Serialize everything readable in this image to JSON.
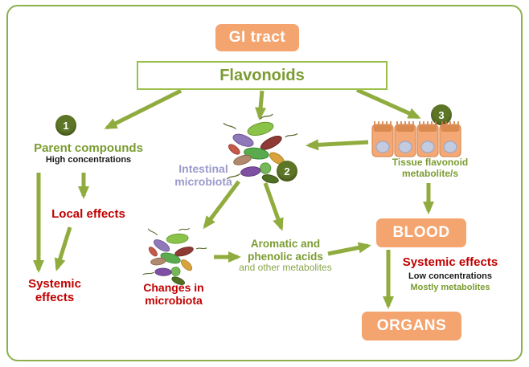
{
  "diagram": {
    "gi_tract": "GI tract",
    "flavonoids": "Flavonoids",
    "badges": {
      "one": "1",
      "two": "2",
      "three": "3"
    },
    "parent_compounds": "Parent compounds",
    "high_concentrations": "High concentrations",
    "intestinal_microbiota": "Intestinal microbiota",
    "tissue_flavonoid_metabolites": "Tissue flavonoid metabolite/s",
    "local_effects": "Local effects",
    "systemic_effects_left": "Systemic effects",
    "changes_in_microbiota": "Changes in microbiota",
    "aromatic_phenolic_acids": "Aromatic and phenolic acids",
    "and_other_metabolites": "and other metabolites",
    "blood": "BLOOD",
    "systemic_effects_right": "Systemic effects",
    "low_concentrations": "Low concentrations",
    "mostly_metabolites": "Mostly metabolites",
    "organs": "ORGANS"
  },
  "colors": {
    "box_orange": "#f4a46e",
    "arrow_green": "#90ac3e",
    "badge_green": "#5d7526",
    "text_green": "#7b9c31",
    "text_red": "#c00000",
    "text_purple": "#9b9acb",
    "border_green": "#8cb04a"
  }
}
